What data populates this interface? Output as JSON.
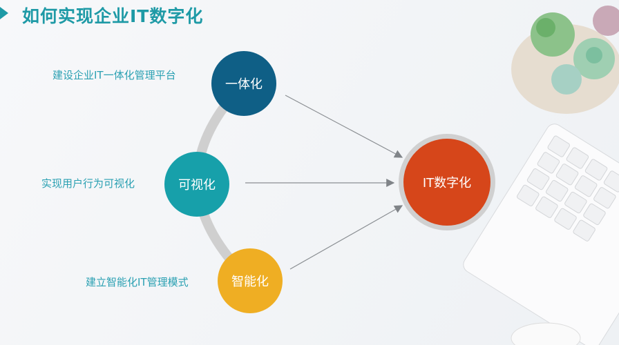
{
  "title": "如何实现企业IT数字化",
  "items": [
    {
      "node": "一体化",
      "desc": "建设企业IT一体化管理平台",
      "color": "#0f5f86"
    },
    {
      "node": "可视化",
      "desc": "实现用户行为可视化",
      "color": "#17a0aa"
    },
    {
      "node": "智能化",
      "desc": "建立智能化IT管理模式",
      "color": "#efae23"
    }
  ],
  "target": {
    "label": "IT数字化",
    "color": "#d6461a"
  }
}
